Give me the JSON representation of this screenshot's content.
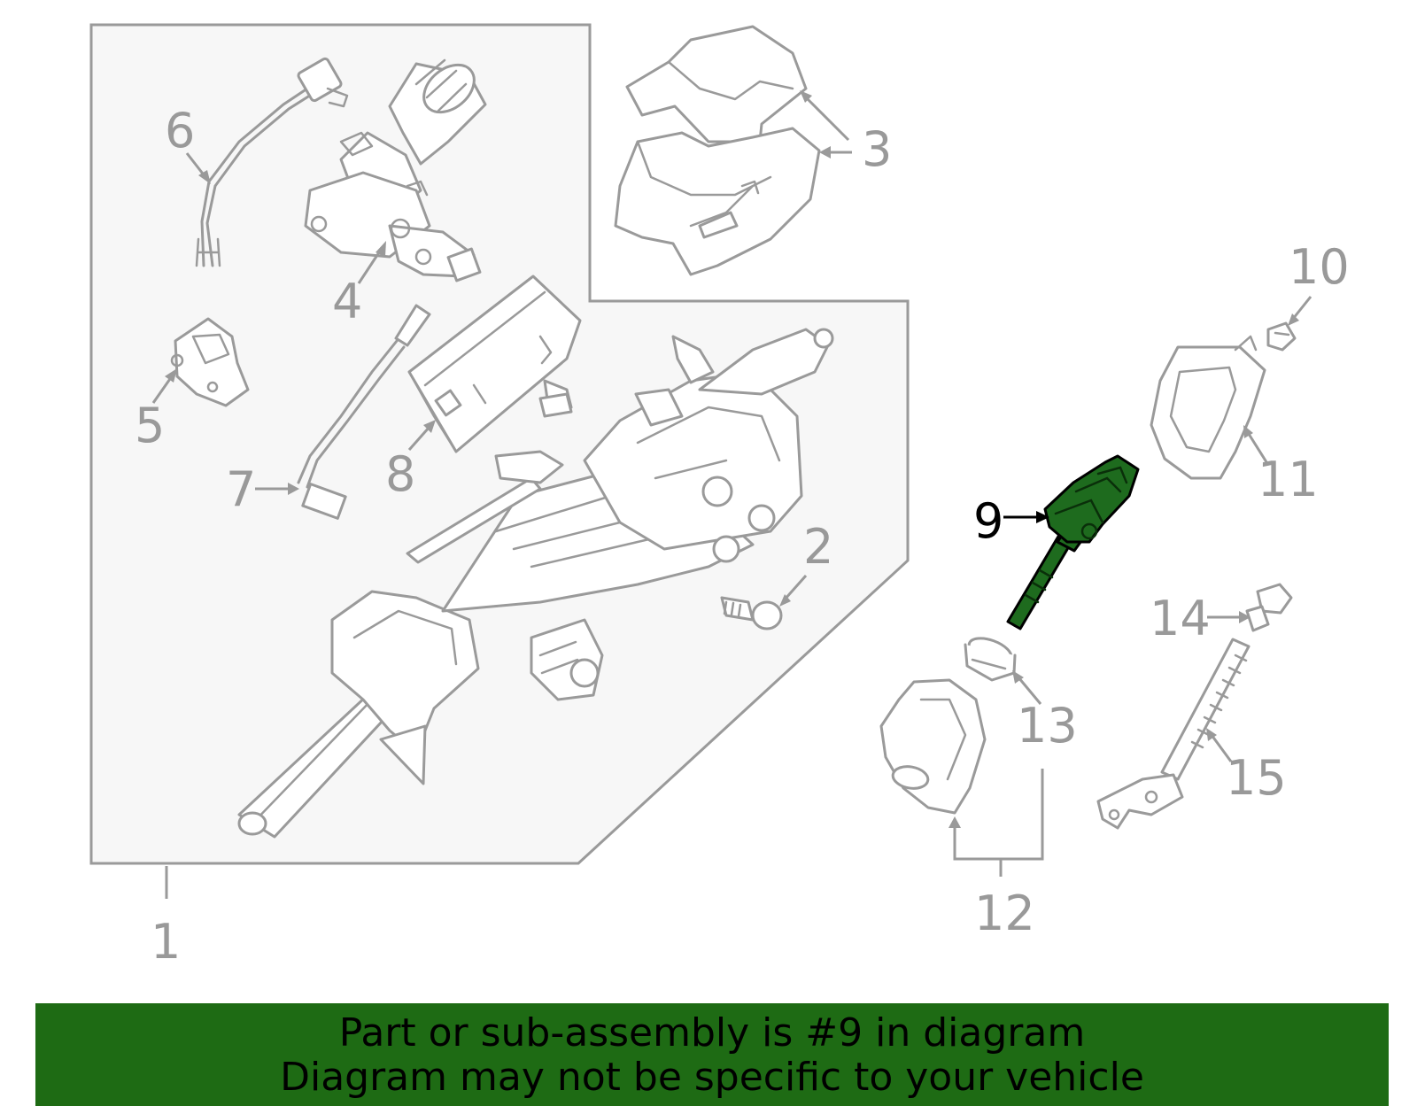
{
  "diagram": {
    "callouts": {
      "c1": "1",
      "c2": "2",
      "c3": "3",
      "c4": "4",
      "c5": "5",
      "c6": "6",
      "c7": "7",
      "c8": "8",
      "c9": "9",
      "c10": "10",
      "c11": "11",
      "c12": "12",
      "c13": "13",
      "c14": "14",
      "c15": "15"
    },
    "highlighted_part": "9"
  },
  "banner": {
    "line1": "Part or sub-assembly is #9 in diagram",
    "line2": "Diagram may not be specific to your vehicle"
  },
  "colors": {
    "highlight": "#1e6b1e",
    "banner": "#1e6b14",
    "line_gray": "#9a9a9a"
  }
}
